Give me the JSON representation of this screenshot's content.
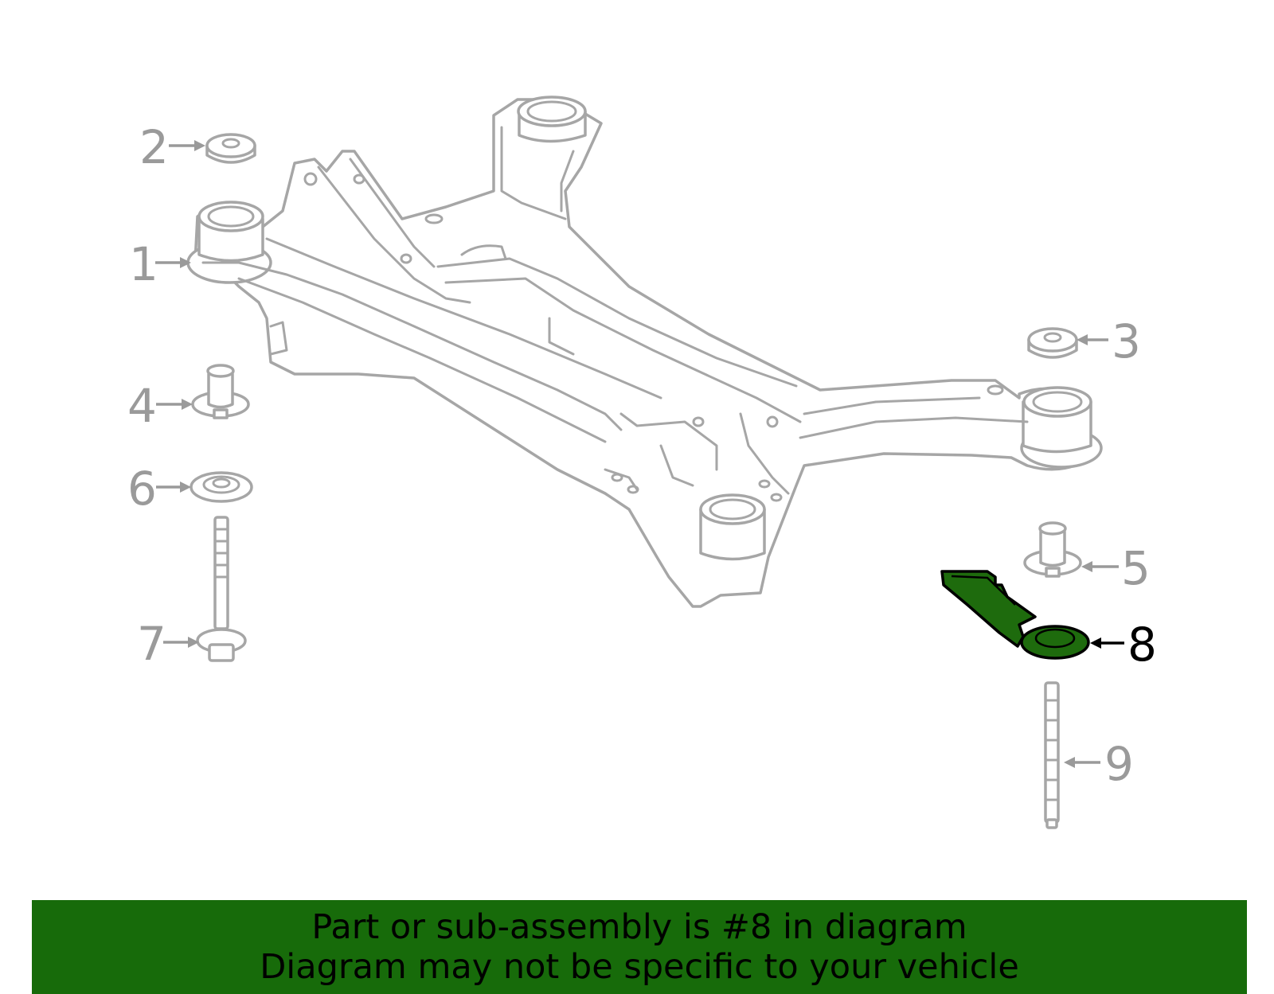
{
  "diagram": {
    "callouts": [
      {
        "id": "1",
        "label": "1"
      },
      {
        "id": "2",
        "label": "2"
      },
      {
        "id": "3",
        "label": "3"
      },
      {
        "id": "4",
        "label": "4"
      },
      {
        "id": "5",
        "label": "5"
      },
      {
        "id": "6",
        "label": "6"
      },
      {
        "id": "7",
        "label": "7"
      },
      {
        "id": "8",
        "label": "8",
        "highlighted": true
      },
      {
        "id": "9",
        "label": "9"
      }
    ],
    "highlight_color": "#1e6b0d",
    "line_color": "#a6a6a6"
  },
  "banner": {
    "line1": "Part or sub-assembly is #8 in diagram",
    "line2": "Diagram may not be specific to your vehicle",
    "background": "#176b0a"
  }
}
